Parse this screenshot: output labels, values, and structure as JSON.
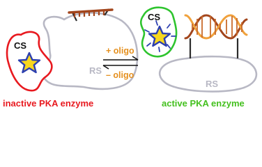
{
  "left": {
    "cs_label": "CS",
    "rs_label": "RS",
    "caption": "inactive PKA enzyme",
    "cs_color": "#e8191f",
    "caption_color": "#e8191f"
  },
  "right": {
    "cs_label": "CS",
    "rs_label": "RS",
    "caption": "active PKA enzyme",
    "cs_color": "#2ec42e",
    "caption_color": "#44c01f"
  },
  "arrows": {
    "forward_label": "+ oligo",
    "reverse_label": "– oligo",
    "label_color": "#e5901f"
  },
  "colors": {
    "rs_outline": "#b8b8c4",
    "star_fill": "#f7d71e",
    "star_stroke": "#2c3fb0",
    "strand_brown": "#a2451c",
    "strand_orange": "#f0a13c",
    "linker": "#2b2b2b"
  }
}
